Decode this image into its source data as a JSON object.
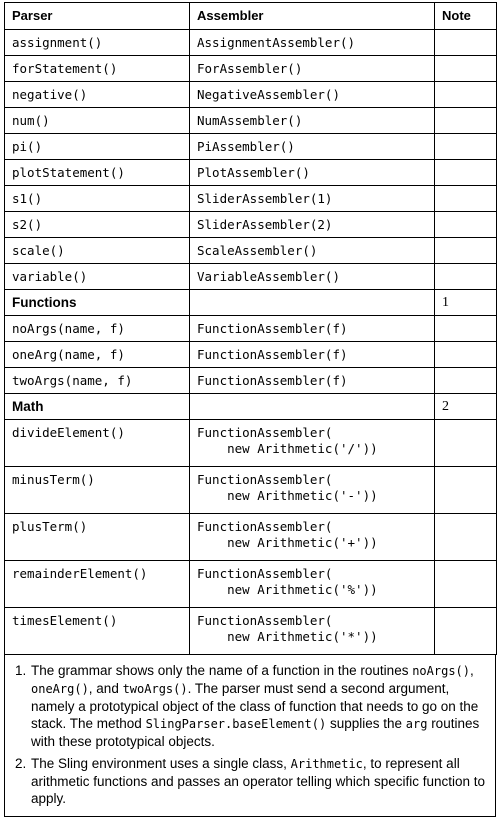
{
  "headers": {
    "parser": "Parser",
    "assembler": "Assembler",
    "note": "Note"
  },
  "rows": [
    {
      "parser": "assignment()",
      "assembler": "AssignmentAssembler()"
    },
    {
      "parser": "forStatement()",
      "assembler": "ForAssembler()"
    },
    {
      "parser": "negative()",
      "assembler": "NegativeAssembler()"
    },
    {
      "parser": "num()",
      "assembler": "NumAssembler()"
    },
    {
      "parser": "pi()",
      "assembler": "PiAssembler()"
    },
    {
      "parser": "plotStatement()",
      "assembler": "PlotAssembler()"
    },
    {
      "parser": "s1()",
      "assembler": "SliderAssembler(1)"
    },
    {
      "parser": "s2()",
      "assembler": "SliderAssembler(2)"
    },
    {
      "parser": "scale()",
      "assembler": "ScaleAssembler()"
    },
    {
      "parser": "variable()",
      "assembler": "VariableAssembler()"
    }
  ],
  "functions": {
    "title": "Functions",
    "note": "1",
    "rows": [
      {
        "parser": "noArgs(name, f)",
        "assembler": "FunctionAssembler(f)"
      },
      {
        "parser": "oneArg(name, f)",
        "assembler": "FunctionAssembler(f)"
      },
      {
        "parser": "twoArgs(name, f)",
        "assembler": "FunctionAssembler(f)"
      }
    ]
  },
  "math": {
    "title": "Math",
    "note": "2",
    "rows": [
      {
        "parser": "divideElement()",
        "assembler_line1": "FunctionAssembler(",
        "assembler_line2": "    new Arithmetic('/'))"
      },
      {
        "parser": "minusTerm()",
        "assembler_line1": "FunctionAssembler(",
        "assembler_line2": "    new Arithmetic('-'))"
      },
      {
        "parser": "plusTerm()",
        "assembler_line1": "FunctionAssembler(",
        "assembler_line2": "    new Arithmetic('+'))"
      },
      {
        "parser": "remainderElement()",
        "assembler_line1": "FunctionAssembler(",
        "assembler_line2": "    new Arithmetic('%'))"
      },
      {
        "parser": "timesElement()",
        "assembler_line1": "FunctionAssembler(",
        "assembler_line2": "    new Arithmetic('*'))"
      }
    ]
  },
  "footnotes": [
    {
      "num": "1.",
      "t1": "The grammar shows only the name of a function in the routines ",
      "c1": "noArgs()",
      "t2": ", ",
      "c2": "oneArg()",
      "t3": ", and ",
      "c3": "twoArgs()",
      "t4": ". The parser must send a second argument, namely a prototypical object of the class of function that needs to go on the stack. The method ",
      "c4": "SlingParser.baseElement()",
      "t5": " supplies the ",
      "c5": "arg",
      "t6": " routines with these prototypical objects."
    },
    {
      "num": "2.",
      "t1": "The Sling environment uses a single class, ",
      "c1": "Arithmetic",
      "t2": ", to represent all arithmetic functions and passes an operator telling which specific function to apply."
    }
  ]
}
